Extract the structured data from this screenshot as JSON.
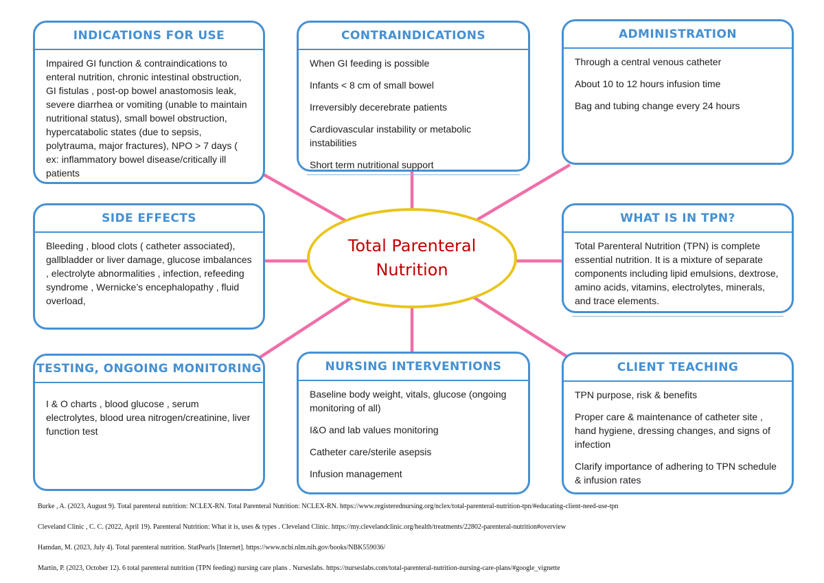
{
  "diagram_title": "Total Parenteral Nutrition concept map",
  "center": {
    "label": "Total Parenteral Nutrition"
  },
  "colors": {
    "box_border": "#4590d2",
    "heading": "#4590d2",
    "connector": "#f06fa8",
    "ellipse_border": "#e9c51a",
    "center_text": "#c00000"
  },
  "boxes": [
    {
      "title": "INDICATIONS FOR USE",
      "paragraphs": [
        "Impaired GI function & contraindications to enteral nutrition, chronic intestinal obstruction, GI fistulas , post-op bowel anastomosis leak, severe diarrhea or vomiting (unable to maintain nutritional status), small bowel obstruction, hypercatabolic states (due to sepsis, polytrauma, major fractures), NPO > 7 days ( ex: inflammatory bowel disease/critically ill patients"
      ]
    },
    {
      "title": "CONTRAINDICATIONS",
      "paragraphs": [
        "When GI feeding is possible",
        "Infants < 8 cm of small bowel",
        "Irreversibly decerebrate patients",
        "Cardiovascular instability or metabolic instabilities",
        "Short term nutritional support"
      ]
    },
    {
      "title": "ADMINISTRATION",
      "paragraphs": [
        "Through a central venous catheter",
        "About 10 to 12 hours infusion time",
        "Bag and tubing change every 24 hours"
      ]
    },
    {
      "title": "SIDE EFFECTS",
      "paragraphs": [
        "Bleeding , blood clots ( catheter associated), gallbladder or liver damage, glucose imbalances , electrolyte abnormalities , infection, refeeding syndrome , Wernicke’s encephalopathy , fluid overload,"
      ]
    },
    {
      "title": "WHAT IS IN TPN?",
      "paragraphs": [
        "Total Parenteral Nutrition (TPN) is complete essential nutrition. It is a mixture of separate components including lipid emulsions, dextrose, amino acids, vitamins, electrolytes, minerals, and trace elements."
      ]
    },
    {
      "title": "TESTING, ONGOING MONITORING",
      "paragraphs": [
        "I & O charts , blood glucose , serum electrolytes, blood urea nitrogen/creatinine, liver function test"
      ]
    },
    {
      "title": "NURSING INTERVENTIONS",
      "paragraphs": [
        "Baseline body weight, vitals, glucose (ongoing monitoring of all)",
        "I&O and lab values  monitoring",
        "Catheter care/sterile asepsis",
        "Infusion management"
      ]
    },
    {
      "title": "CLIENT TEACHING",
      "paragraphs": [
        "TPN purpose, risk & benefits",
        "Proper care & maintenance of catheter site , hand hygiene, dressing changes, and signs of infection",
        "Clarify importance of adhering to TPN schedule & infusion rates"
      ]
    }
  ],
  "references": [
    "Burke , A. (2023, August 9). Total parenteral nutrition: NCLEX-RN. Total Parenteral Nutrition: NCLEX-RN. https://www.registerednursing.org/nclex/total-parenteral-nutrition-tpn/#educating-client-need-use-tpn",
    "Cleveland Clinic , C. C. (2022, April 19). Parenteral Nutrition: What it is, uses & types . Cleveland Clinic. https://my.clevelandclinic.org/health/treatments/22802-parenteral-nutrition#overview",
    "Hamdan, M. (2023, July 4). Total parenteral nutrition. StatPearls [Internet]. https://www.ncbi.nlm.nih.gov/books/NBK559036/",
    "Martin, P. (2023, October 12). 6 total parenteral nutrition (TPN feeding) nursing care plans . Nurseslabs. https://nurseslabs.com/total-parenteral-nutrition-nursing-care-plans/#google_vignette"
  ]
}
